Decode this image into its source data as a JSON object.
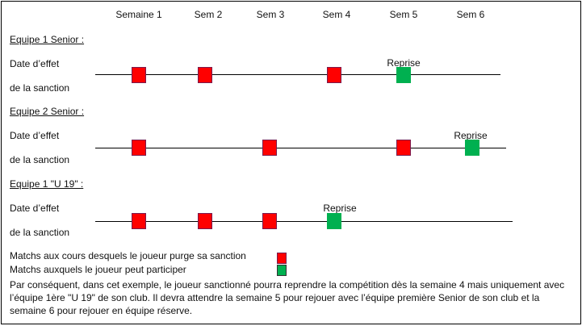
{
  "weeks": [
    "Semaine 1",
    "Sem 2",
    "Sem 3",
    "Sem 4",
    "Sem 5",
    "Sem 6"
  ],
  "teams": [
    {
      "title": "Equipe 1 Senior :",
      "label_line1": "Date d’effet",
      "label_line2": "de la sanction",
      "red_weeks": [
        1,
        2,
        4
      ],
      "green_week": 5,
      "reprise_label": "Reprise"
    },
    {
      "title": "Equipe 2 Senior :",
      "label_line1": "Date d’effet",
      "label_line2": "de la sanction",
      "red_weeks": [
        1,
        3,
        5
      ],
      "green_week": 6,
      "reprise_label": "Reprise"
    },
    {
      "title": "Equipe 1 \"U 19\" :",
      "label_line1": "Date d’effet",
      "label_line2": "de la sanction",
      "red_weeks": [
        1,
        2,
        3
      ],
      "green_week": 4,
      "reprise_label": "Reprise"
    }
  ],
  "legend": {
    "red_label": "Matchs aux cours desquels le joueur purge sa sanction",
    "green_label": "Matchs auxquels le joueur peut participer"
  },
  "conclusion": "Par conséquent, dans cet exemple, le joueur sanctionné pourra reprendre la compétition dès la semaine 4 mais uniquement avec l’équipe 1ère \"U 19\" de son club. Il devra attendre la semaine 5 pour rejouer avec l’équipe première Senior de son club et la semaine 6 pour rejouer en équipe réserve.",
  "colors": {
    "red": "#ff0000",
    "green": "#00b050"
  }
}
